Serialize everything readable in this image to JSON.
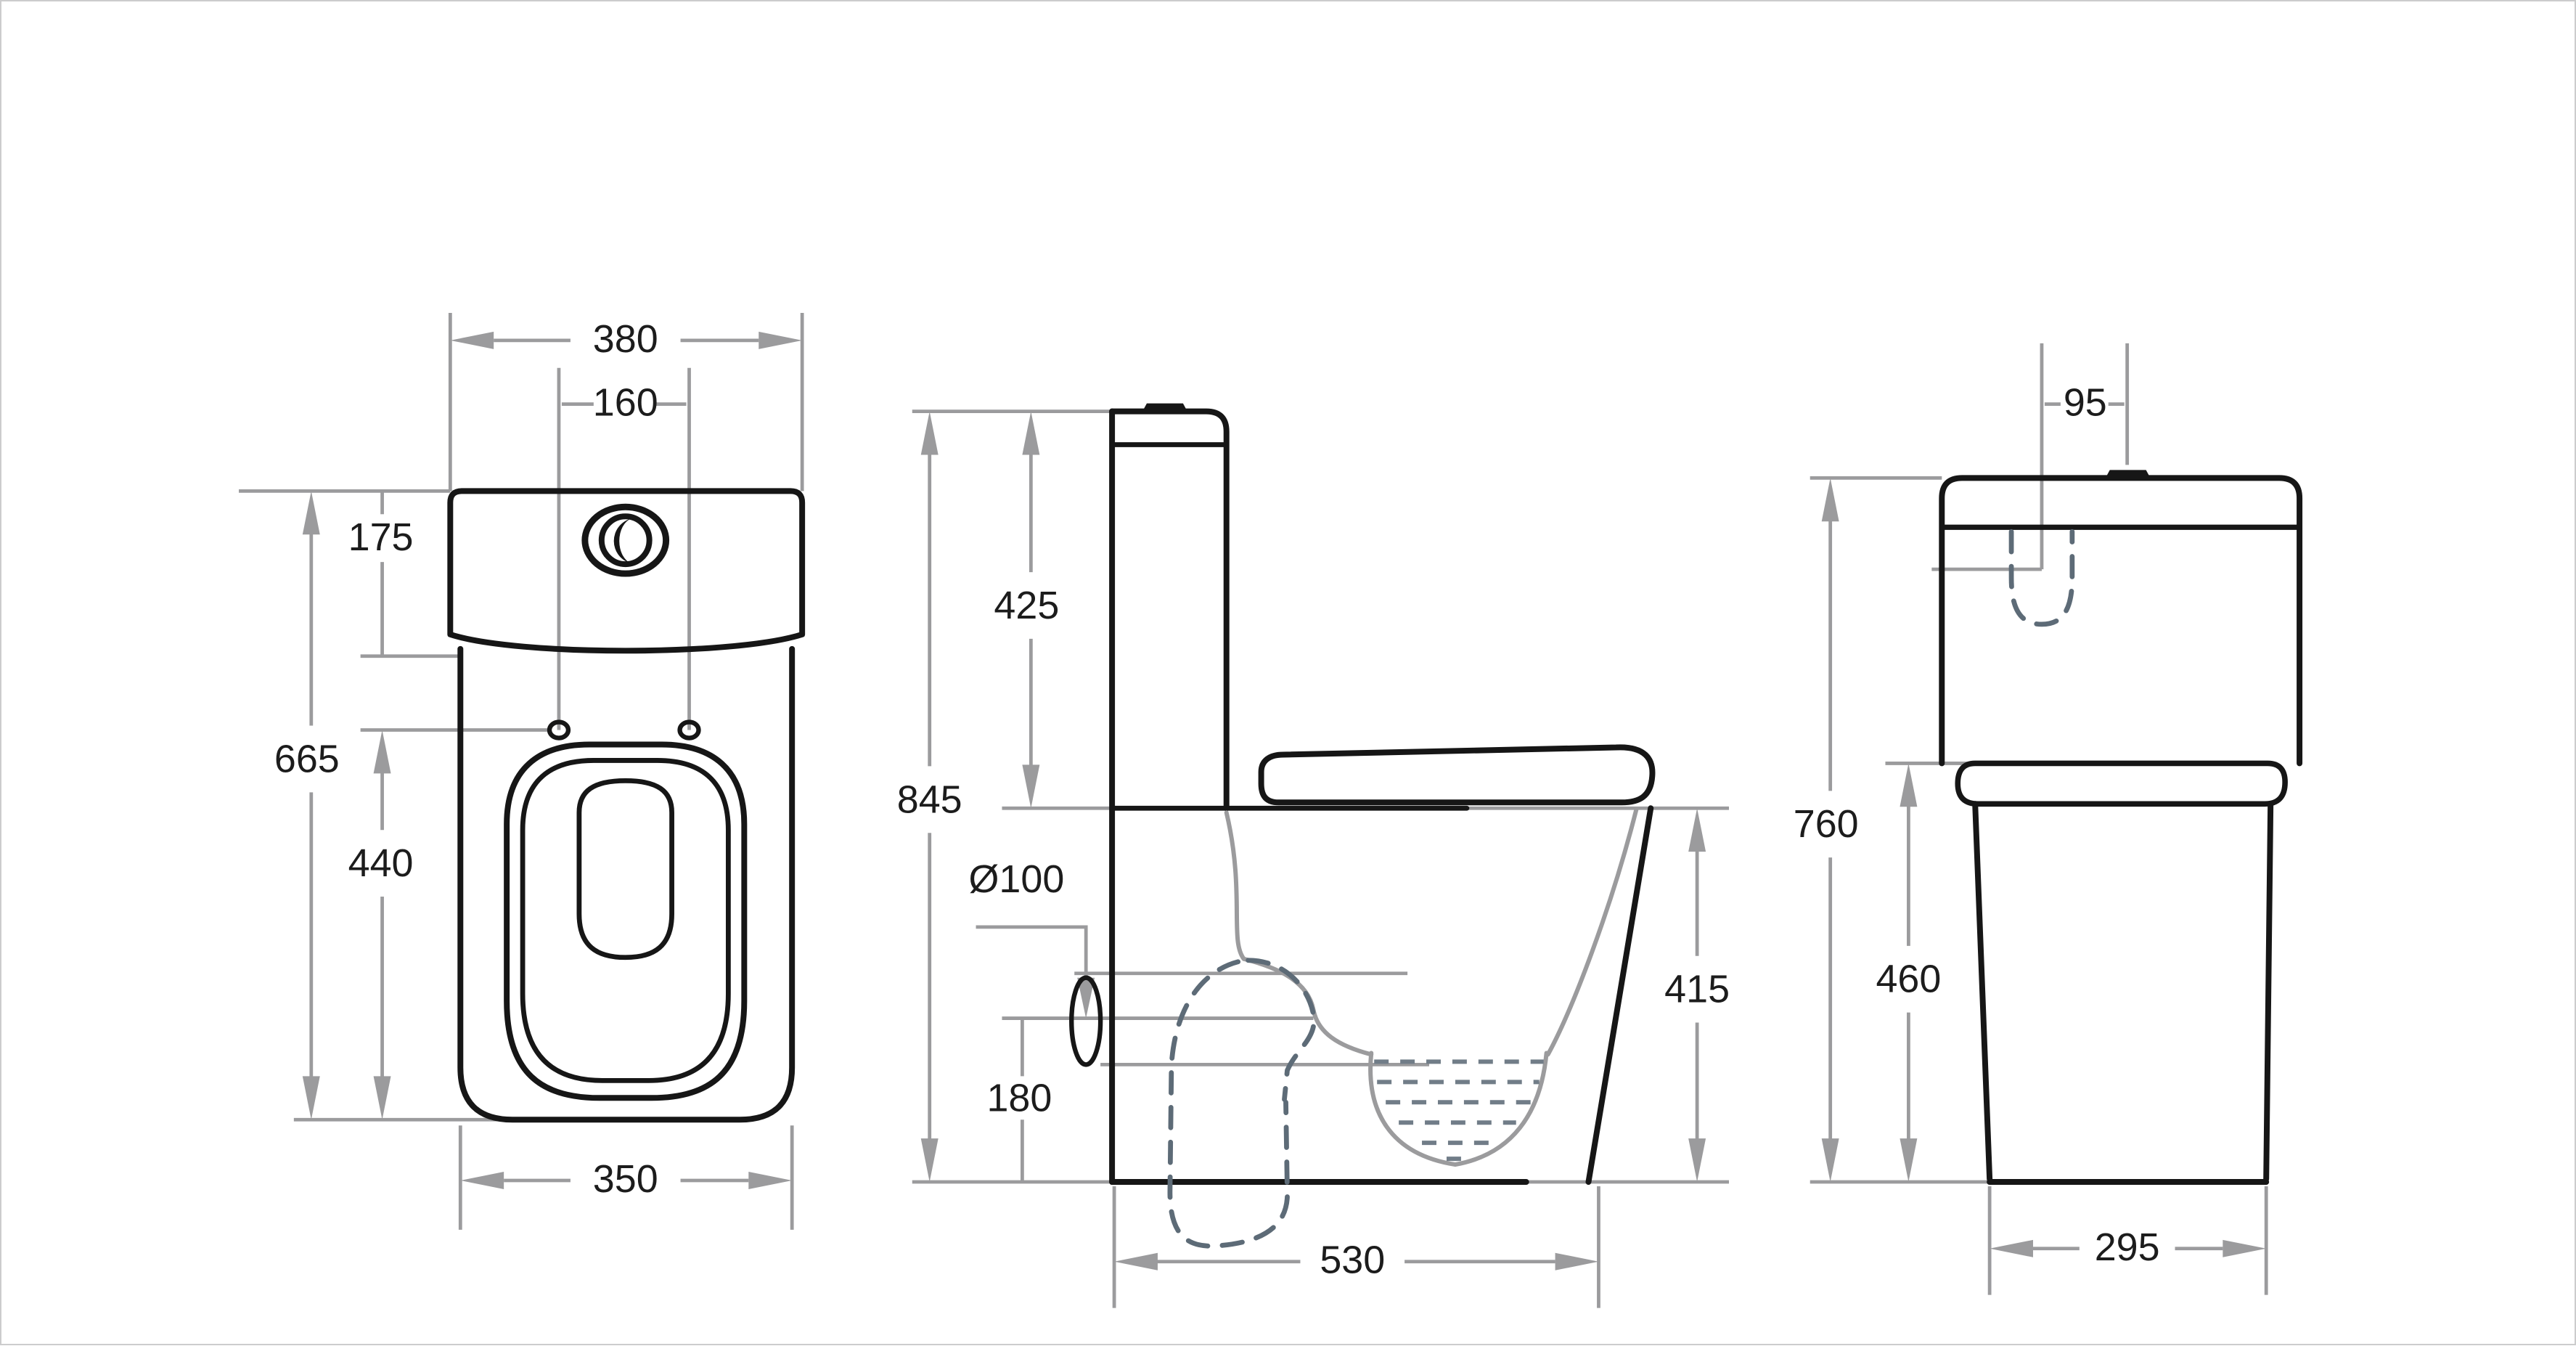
{
  "document": {
    "type": "technical-dimension-drawing",
    "subject": "back-to-wall toilet suite, three orthographic views",
    "units": "mm",
    "colors": {
      "background": "#ffffff",
      "outline": "#161616",
      "dimension_gray": "#9b9b9d",
      "hidden_dash_slate": "#5d6b77",
      "water_hatch": "#717d88",
      "border": "#cccccd"
    }
  },
  "views": {
    "front": {
      "title": "front view",
      "dims": {
        "cistern_width": "380",
        "hinge_hole_spacing": "160",
        "cistern_height": "175",
        "overall_height": "665",
        "hinge_line_to_base": "440",
        "base_width": "350"
      }
    },
    "side": {
      "title": "side view",
      "dims": {
        "overall_height": "845",
        "cistern_top_to_seat": "425",
        "outlet_diameter": "Ø100",
        "outlet_centre_height": "180",
        "seat_height": "415",
        "base_depth": "530"
      }
    },
    "back": {
      "title": "back view",
      "dims": {
        "inlet_to_button_offset": "95",
        "cistern_top_height": "760",
        "seat_height": "460",
        "base_width": "295"
      }
    }
  }
}
